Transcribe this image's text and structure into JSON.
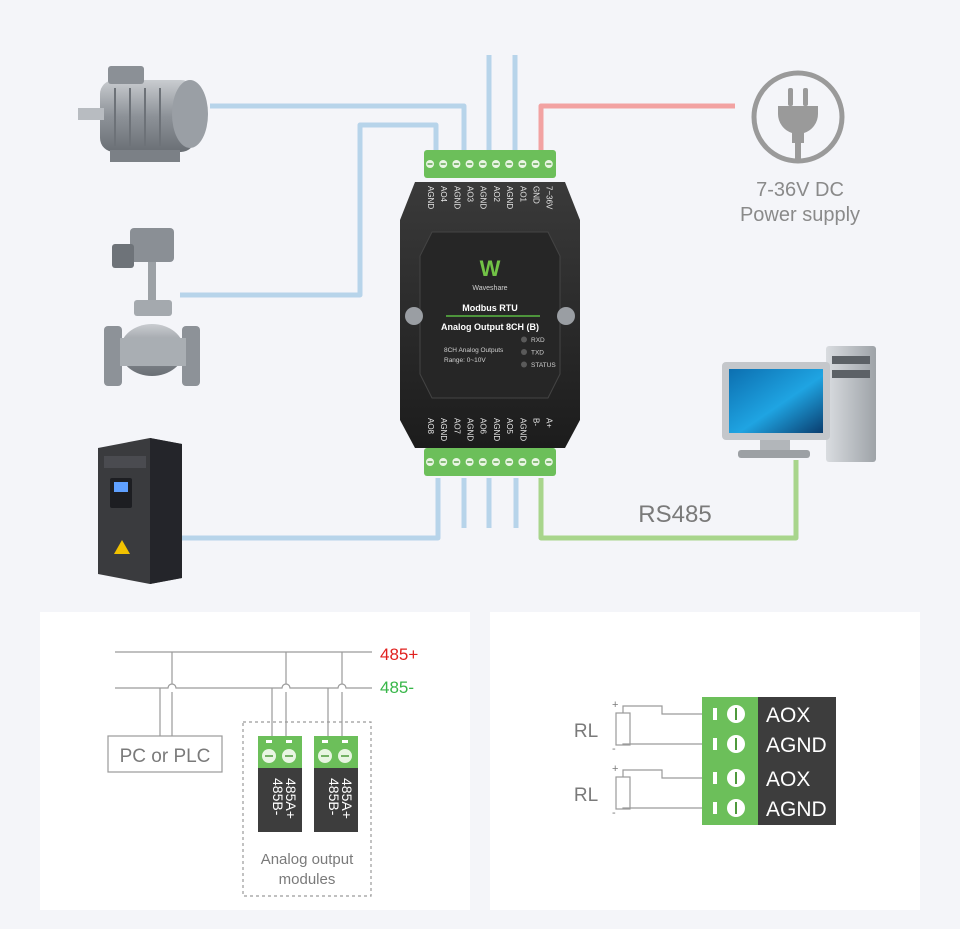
{
  "colors": {
    "background": "#f4f5f9",
    "signal_wire": "#b7d4ea",
    "power_wire": "#f2a2a2",
    "rs485_wire": "#a8d58c",
    "terminal_green": "#6cbf5a",
    "module_body": "#2b2b2b",
    "label_dark": "#3d3d3d",
    "rs485_plus": "#e0201e",
    "rs485_minus": "#37b648",
    "caption_gray": "#8a8a8a"
  },
  "top_diagram": {
    "power_supply": {
      "icon": "power-plug-icon",
      "line1": "7-36V DC",
      "line2": "Power supply"
    },
    "rs485_label": "RS485",
    "devices": [
      "motor-icon",
      "valve-icon",
      "inverter-icon",
      "computer-icon"
    ],
    "module": {
      "brand": "Waveshare",
      "protocol": "Modbus RTU",
      "model": "Analog Output 8CH (B)",
      "spec_line1": "8CH Analog Outputs",
      "spec_line2": "Range:  0~10V",
      "leds": [
        "RXD",
        "TXD",
        "STATUS"
      ],
      "top_terminals": [
        "AGND",
        "AO4",
        "AGND",
        "AO3",
        "AGND",
        "AO2",
        "AGND",
        "AO1",
        "GND",
        "7~36V"
      ],
      "bottom_terminals": [
        "AO8",
        "AGND",
        "AO7",
        "AGND",
        "AO6",
        "AGND",
        "AO5",
        "AGND",
        "B-",
        "A+"
      ]
    }
  },
  "bus_panel": {
    "plus_label": "485+",
    "minus_label": "485-",
    "pc_label": "PC or PLC",
    "module_pins": [
      "485A+",
      "485B-"
    ],
    "caption_line1": "Analog output",
    "caption_line2": "modules"
  },
  "load_panel": {
    "load_label": "RL",
    "plus_mark": "+",
    "minus_mark": "-",
    "pins": [
      "AOX",
      "AGND",
      "AOX",
      "AGND"
    ]
  }
}
